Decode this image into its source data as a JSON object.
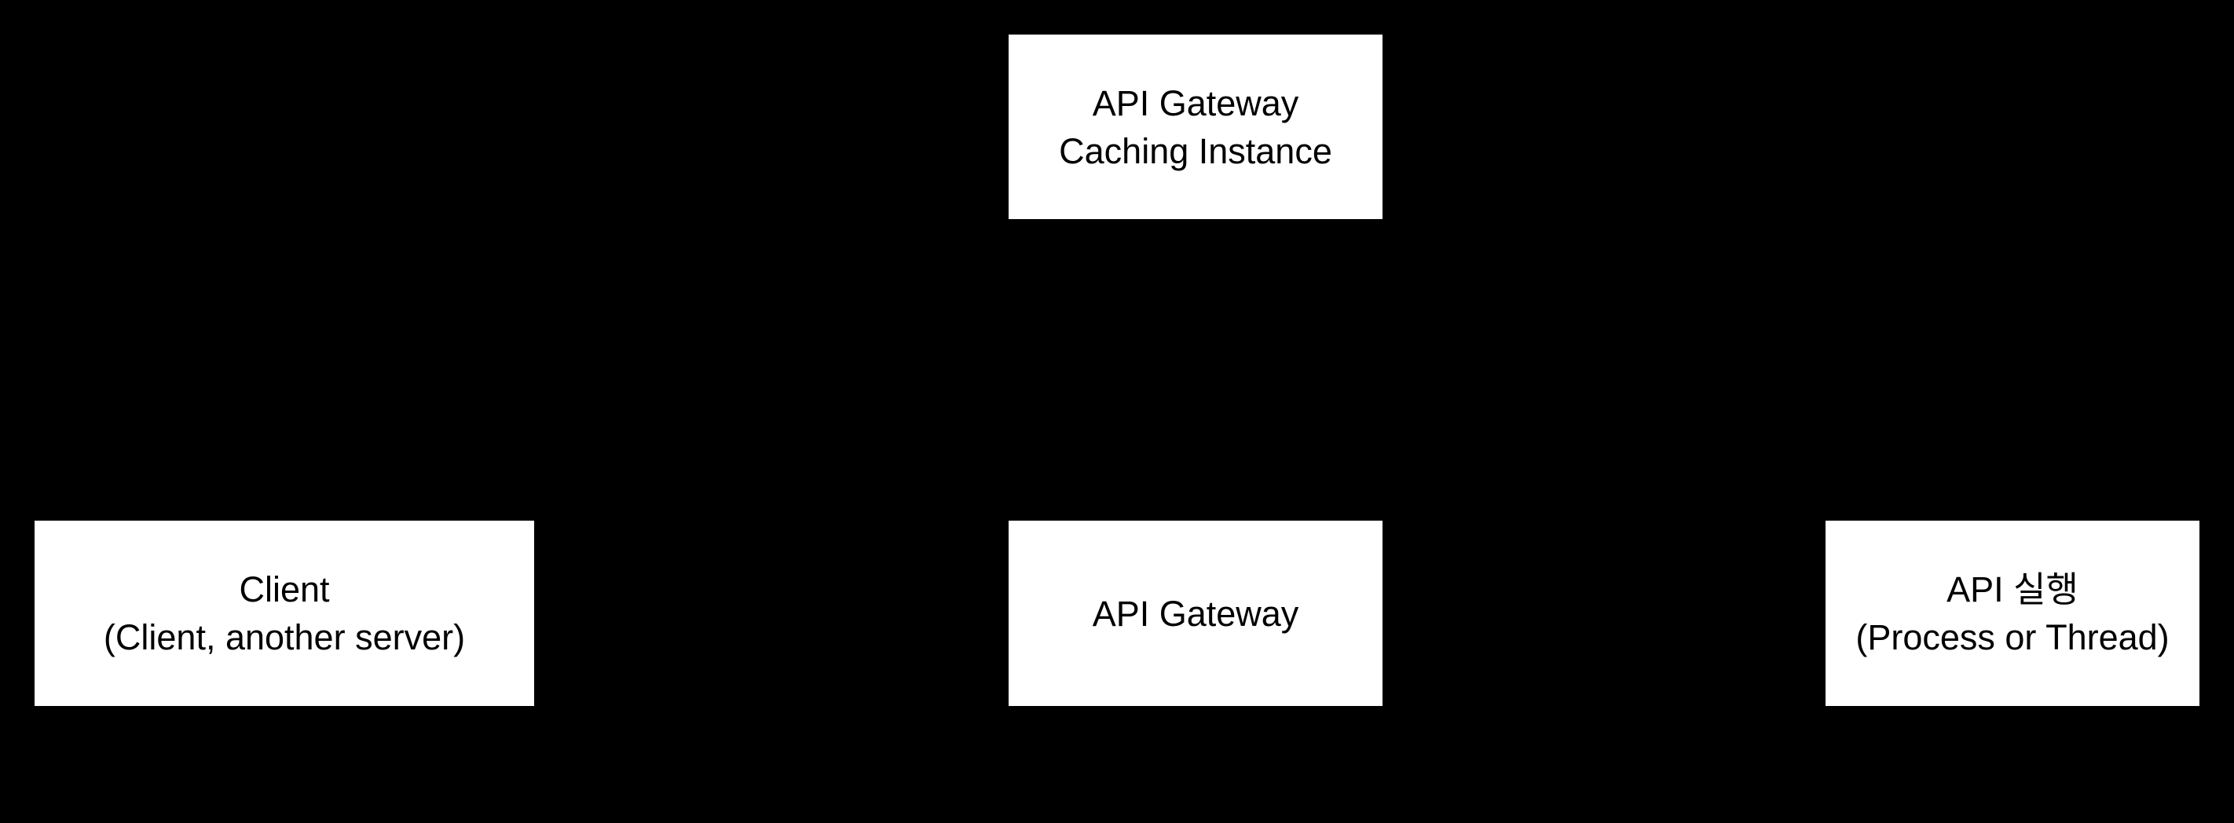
{
  "diagram": {
    "colors": {
      "background": "#000000",
      "node_fill": "#ffffff",
      "node_text": "#000000"
    },
    "nodes": [
      {
        "id": "api-gateway-caching-instance",
        "lines": [
          "API Gateway",
          "Caching Instance"
        ]
      },
      {
        "id": "client",
        "lines": [
          "Client",
          "(Client, another server)"
        ]
      },
      {
        "id": "api-gateway",
        "lines": [
          "API Gateway"
        ]
      },
      {
        "id": "api-execution",
        "lines": [
          "API 실행",
          "(Process or Thread)"
        ]
      }
    ]
  }
}
